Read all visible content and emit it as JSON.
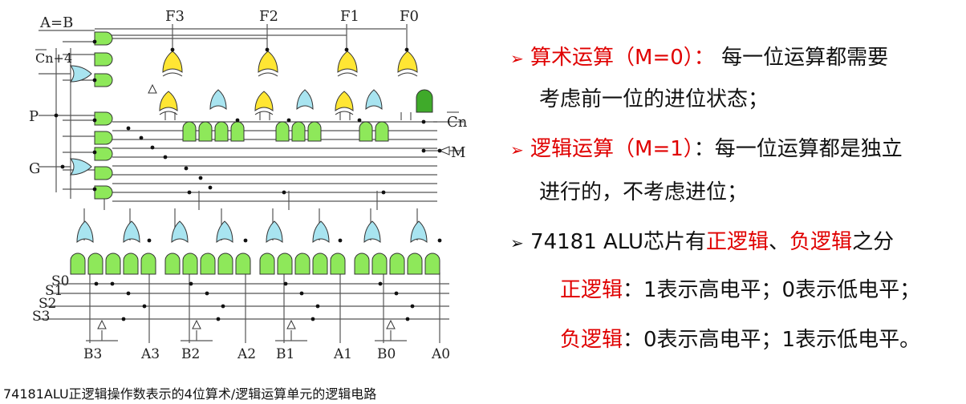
{
  "diagram": {
    "top_labels": [
      "F3",
      "F2",
      "F1",
      "F0"
    ],
    "left_labels": {
      "aeqb": "A=B",
      "cn4": "Cn+4",
      "p": "P",
      "g": "G"
    },
    "right_labels": {
      "cn": "Cn",
      "m": "M"
    },
    "select_labels": [
      "S0",
      "S1",
      "S2",
      "S3"
    ],
    "bottom_labels": [
      "B3",
      "A3",
      "B2",
      "A2",
      "B1",
      "A1",
      "B0",
      "A0"
    ],
    "colors": {
      "and_gate": "#8ee85a",
      "xor_gate": "#ffe633",
      "or_gate": "#a8e4f0",
      "wire": "#555555",
      "carry_gate": "#3faa2a"
    }
  },
  "caption": "74181ALU正逻辑操作数表示的4位算术/逻辑运算单元的逻辑电路",
  "notes": {
    "arith_head": "算术运算（M=0）：",
    "arith_rest": "每一位运算都需要",
    "arith_line2": "考虑前一位的进位状态；",
    "logic_head": "逻辑运算（M=1）",
    "logic_rest": "：每一位运算都是独立",
    "logic_line2": "进行的，不考虑进位；",
    "chip_prefix": "74181 ALU芯片有",
    "pos_logic": "正逻辑",
    "sep": "、",
    "neg_logic": "负逻辑",
    "chip_suffix": "之分",
    "pos_def_label": "正逻辑",
    "pos_def_text": "：1表示高电平；0表示低电平；",
    "neg_def_label": "负逻辑",
    "neg_def_text": "：0表示高电平；1表示低电平。"
  }
}
